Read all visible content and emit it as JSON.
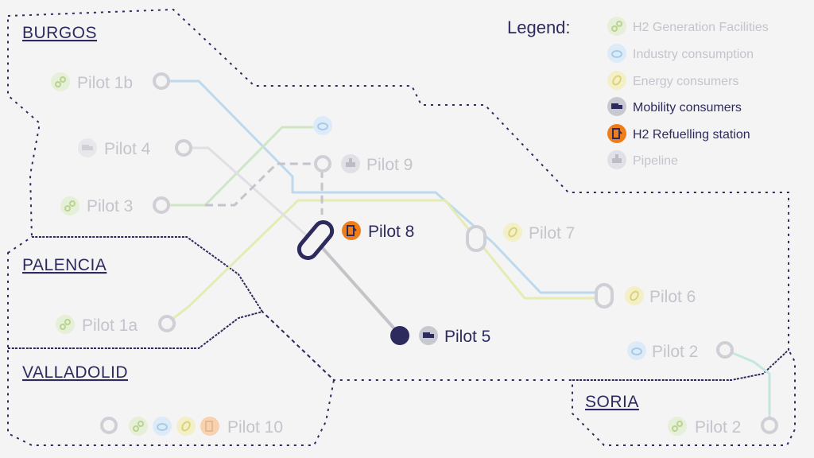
{
  "regions": {
    "burgos": "BURGOS",
    "palencia": "PALENCIA",
    "valladolid": "VALLADOLID",
    "soria": "SORIA"
  },
  "legend": {
    "title": "Legend:",
    "items": [
      {
        "label": "H2 Generation Facilities",
        "icon": "link-icon",
        "color": "#9bc46a",
        "active": false
      },
      {
        "label": "Industry consumption",
        "icon": "cloud-icon",
        "color": "#7fb4e0",
        "active": false
      },
      {
        "label": "Energy consumers",
        "icon": "leaf-icon",
        "color": "#d9cf4a",
        "active": false
      },
      {
        "label": "Mobility consumers",
        "icon": "truck-icon",
        "color": "#2d2b5e",
        "active": true
      },
      {
        "label": "H2 Refuelling station",
        "icon": "fuel-pump-icon",
        "color": "#ef7d1a",
        "active": true
      },
      {
        "label": "Pipeline",
        "icon": "pipeline-icon",
        "color": "#8e8e9a",
        "active": false
      }
    ]
  },
  "pilots": {
    "p1b": "Pilot 1b",
    "p4": "Pilot 4",
    "p3": "Pilot 3",
    "p9": "Pilot 9",
    "p8": "Pilot 8",
    "p7": "Pilot 7",
    "p6": "Pilot 6",
    "p5": "Pilot 5",
    "p1a": "Pilot 1a",
    "p2a": "Pilot 2",
    "p2b": "Pilot 2",
    "p10": "Pilot 10"
  },
  "colors": {
    "dark": "#2d2b5e",
    "orange": "#ef7d1a",
    "faded_text": "#c4c4cc",
    "line_blue": "#bcd9ee",
    "line_green": "#cfe6c4",
    "line_yellow": "#e4ecb4",
    "line_gray": "#c8c8cc"
  }
}
